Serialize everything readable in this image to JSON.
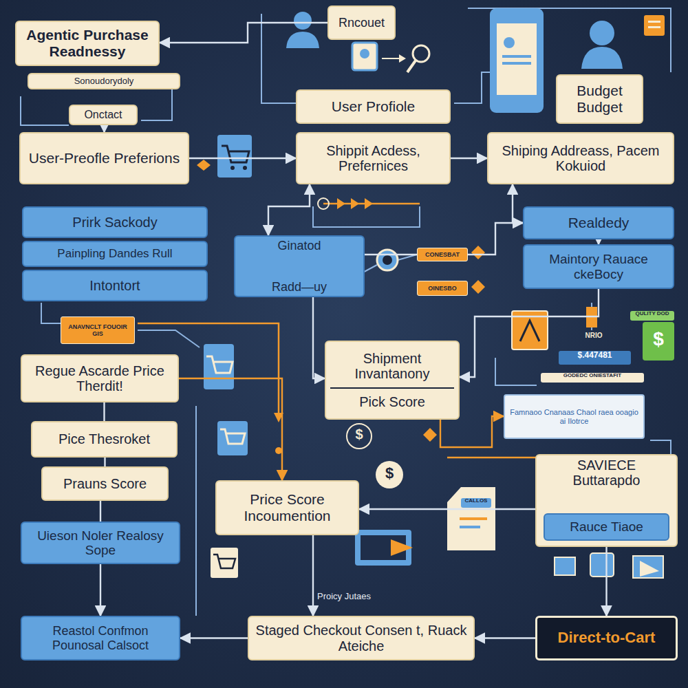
{
  "diagram": {
    "nodes": [
      {
        "text": [
          "Agentic Purchase Readnessy"
        ]
      },
      {
        "text": [
          "Sonoudorydoly"
        ]
      },
      {
        "text": [
          "Onctact"
        ]
      },
      {
        "text": [
          "Rncouet"
        ]
      },
      {
        "text": [
          "User Profiole"
        ]
      },
      {
        "text": [
          "Budget Budget"
        ]
      },
      {
        "text": [
          "User-Preofle Preferions"
        ]
      },
      {
        "text": [
          "Shippit Acdess, Prefernices"
        ]
      },
      {
        "text": [
          "Shiping Addreass, Pacem Kokuiod"
        ]
      },
      {
        "text": [
          "Prirk Sackody"
        ]
      },
      {
        "text": [
          "Painpling Dandes Rull"
        ]
      },
      {
        "text": [
          "Intontort"
        ]
      },
      {
        "text": [
          "Ginatod",
          "Radd—uy"
        ]
      },
      {
        "text": [
          "CONESBAT"
        ]
      },
      {
        "text": [
          "OINESBO"
        ]
      },
      {
        "text": [
          "Realdedy"
        ]
      },
      {
        "text": [
          "Maintory Rauace ckeBocy"
        ]
      },
      {
        "text": [
          "ANAVNCLT FOUOIR GIS"
        ]
      },
      {
        "text": [
          "Regue Ascarde Price Therdit!"
        ]
      },
      {
        "text": [
          "Shipment Invantanony",
          "Pick Score"
        ]
      },
      {
        "text": [
          "Pice Thesroket"
        ]
      },
      {
        "text": [
          "Prauns Score"
        ]
      },
      {
        "text": [
          "Uieson Noler Realosy Sope"
        ]
      },
      {
        "text": [
          "Price Score Incoumention"
        ]
      },
      {
        "text": [
          "Famnaoo Cnanaas Chaol raea ooagio ai Ilotrce"
        ]
      },
      {
        "text": [
          "SAVIECE",
          "Buttarapdo"
        ]
      },
      {
        "text": [
          "Rauce Tiaoe"
        ],
        "in": 25
      },
      {
        "text": [
          "Reastol Confmon Pounosal Calsoct"
        ]
      },
      {
        "text": [
          "Staged Checkout Consen t, Ruack Ateiche"
        ]
      },
      {
        "text": [
          "Direct-to-Cart"
        ]
      }
    ],
    "edges": [
      {
        "from": 3,
        "to": 0,
        "arrow": "to"
      },
      {
        "from": 2,
        "to": 6,
        "arrow": "to"
      },
      {
        "from": 6,
        "to": 7,
        "arrow": "to"
      },
      {
        "from": 7,
        "to": 8,
        "arrow": "to"
      },
      {
        "from": 15,
        "to": 8,
        "arrow": "to"
      },
      {
        "from": 15,
        "to": 16,
        "arrow": "to"
      },
      {
        "from": 12,
        "to": 7,
        "arrow": "both"
      },
      {
        "from": 16,
        "to": 19,
        "arrow": "to"
      },
      {
        "from": 12,
        "to": 19,
        "arrow": "to"
      },
      {
        "from": 18,
        "to": 20,
        "arrow": "none"
      },
      {
        "from": 20,
        "to": 21,
        "arrow": "none"
      },
      {
        "from": 21,
        "to": 22,
        "arrow": "none"
      },
      {
        "from": 22,
        "to": 27,
        "arrow": "to"
      },
      {
        "from": 18,
        "to": 23,
        "arrow": "to"
      },
      {
        "from": 25,
        "to": 23,
        "arrow": "to"
      },
      {
        "from": 23,
        "to": 28,
        "arrow": "to"
      },
      {
        "from": 29,
        "to": 28,
        "arrow": "to"
      },
      {
        "from": 25,
        "to": 29,
        "arrow": "to"
      },
      {
        "from": 28,
        "to": 27,
        "arrow": "to"
      },
      {
        "from": 19,
        "to": 24,
        "arrow": "to"
      },
      {
        "from": 12,
        "to": 13,
        "arrow": "none"
      },
      {
        "from": 13,
        "to": 15,
        "arrow": "to"
      }
    ],
    "labels": [
      "NRIO",
      "$.447481",
      "GODEDC ONIESTAFIT",
      "QULITY DOD",
      "$",
      "$",
      "$",
      "CALLOS",
      "Proicy Jutaes"
    ]
  }
}
